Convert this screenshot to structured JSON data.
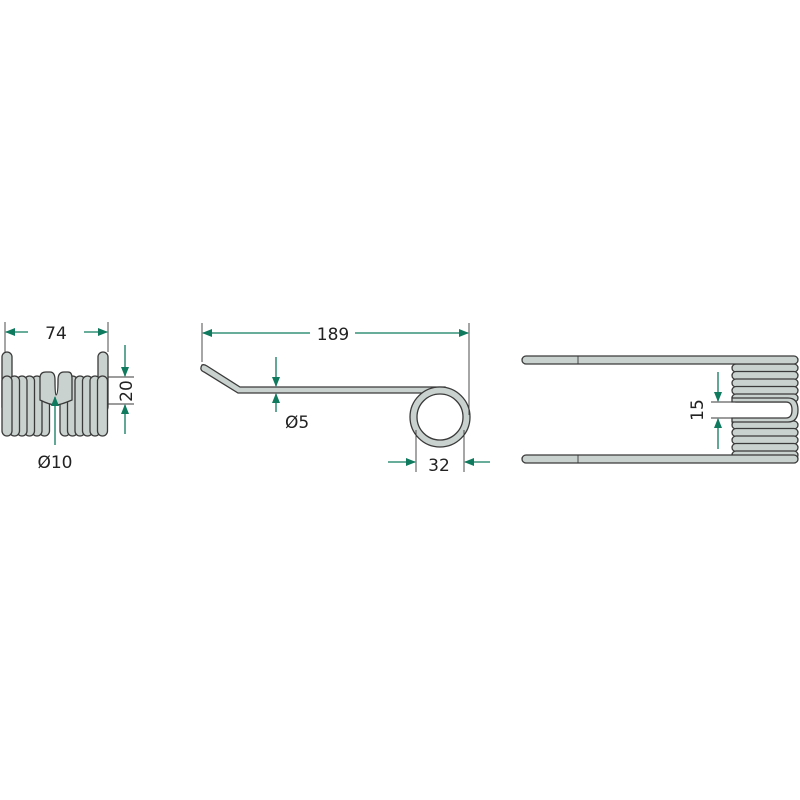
{
  "drawing": {
    "front_view": {
      "width_label": "74",
      "height_label": "20",
      "diameter_label": "Ø10"
    },
    "side_view": {
      "length_label": "189",
      "wire_label": "Ø5",
      "coil_label": "32"
    },
    "top_view": {
      "gap_label": "15"
    }
  },
  "colors": {
    "dimension": "#0f7a5e",
    "part": "#c9d2ce",
    "outline": "#3a3a3a"
  }
}
